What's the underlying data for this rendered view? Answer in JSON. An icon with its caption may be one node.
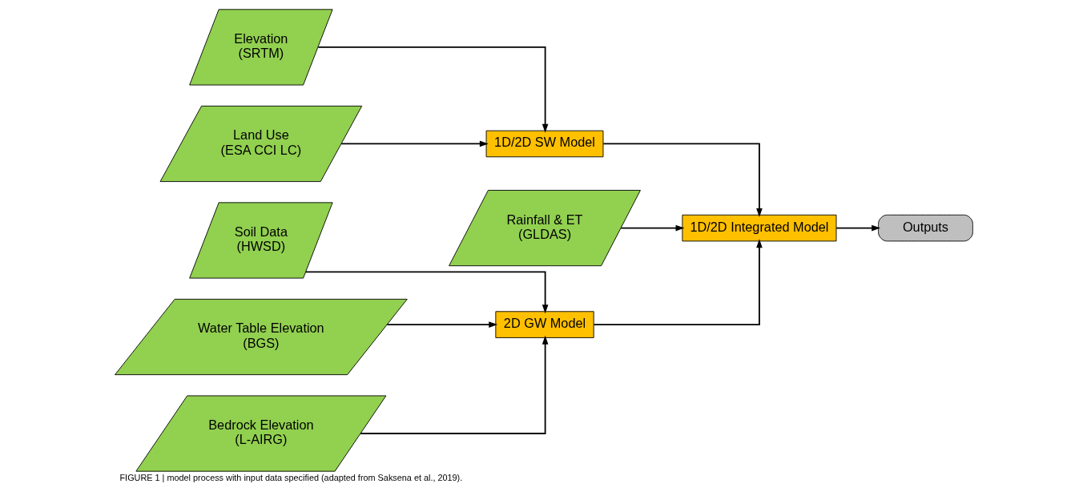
{
  "diagram": {
    "caption": "FIGURE 1 | model process with input data specified (adapted from Saksena et al., 2019).",
    "nodes": [
      {
        "text": [
          "Elevation",
          "(SRTM)"
        ]
      },
      {
        "text": [
          "Land Use",
          "(ESA CCI LC)"
        ]
      },
      {
        "text": [
          "1D/2D SW Model"
        ]
      },
      {
        "text": [
          "Rainfall & ET",
          "(GLDAS)"
        ]
      },
      {
        "text": [
          "1D/2D Integrated Model"
        ]
      },
      {
        "text": [
          "Soil Data",
          "(HWSD)"
        ]
      },
      {
        "text": [
          "Water Table Elevation",
          "(BGS)"
        ]
      },
      {
        "text": [
          "2D GW Model"
        ]
      },
      {
        "text": [
          "Bedrock Elevation",
          "(L-AIRG)"
        ]
      },
      {
        "text": [
          "Outputs"
        ]
      }
    ],
    "edges": [
      {
        "from": 0,
        "to": 2,
        "arrow": "to"
      },
      {
        "from": 1,
        "to": 2,
        "arrow": "to"
      },
      {
        "from": 2,
        "to": 4,
        "arrow": "to"
      },
      {
        "from": 7,
        "to": 4,
        "arrow": "to"
      },
      {
        "from": 3,
        "to": 4,
        "arrow": "to"
      },
      {
        "from": 5,
        "to": 7,
        "arrow": "to"
      },
      {
        "from": 6,
        "to": 7,
        "arrow": "to"
      },
      {
        "from": 8,
        "to": 7,
        "arrow": "to"
      },
      {
        "from": 4,
        "to": 9,
        "arrow": "to"
      }
    ]
  }
}
